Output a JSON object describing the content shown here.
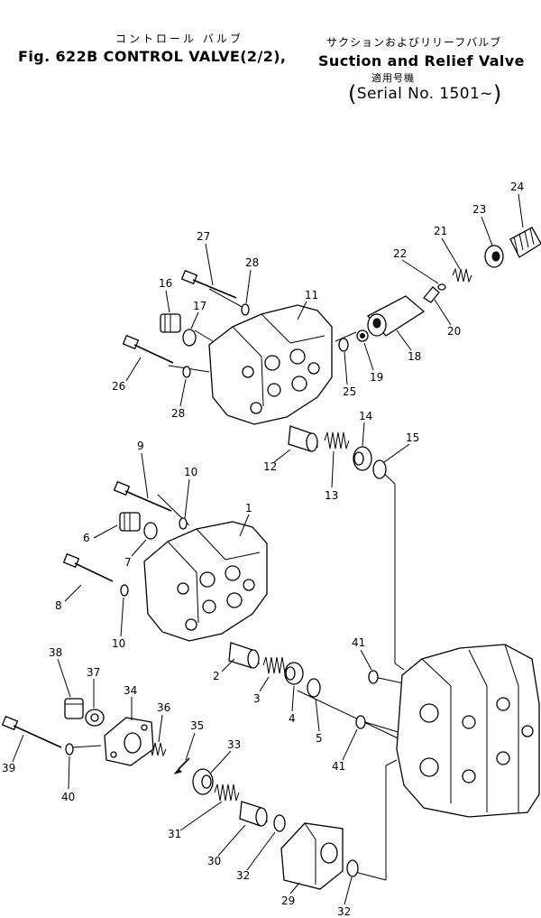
{
  "header": {
    "title_jp": "コントロール バルブ",
    "title_en": "Fig. 622B CONTROL VALVE(2/2),",
    "subtitle_jp": "サクションおよびリリーフバルブ",
    "subtitle_en": "Suction and Relief Valve",
    "applicable_jp": "適用号機",
    "serial_text": "Serial No. 1501~"
  },
  "callouts": [
    "1",
    "2",
    "3",
    "4",
    "5",
    "6",
    "7",
    "8",
    "9",
    "10",
    "10",
    "11",
    "12",
    "13",
    "14",
    "15",
    "16",
    "17",
    "18",
    "19",
    "20",
    "21",
    "22",
    "23",
    "24",
    "25",
    "26",
    "27",
    "28",
    "28",
    "29",
    "30",
    "31",
    "32",
    "32",
    "33",
    "34",
    "35",
    "36",
    "37",
    "38",
    "39",
    "40",
    "41",
    "41"
  ]
}
